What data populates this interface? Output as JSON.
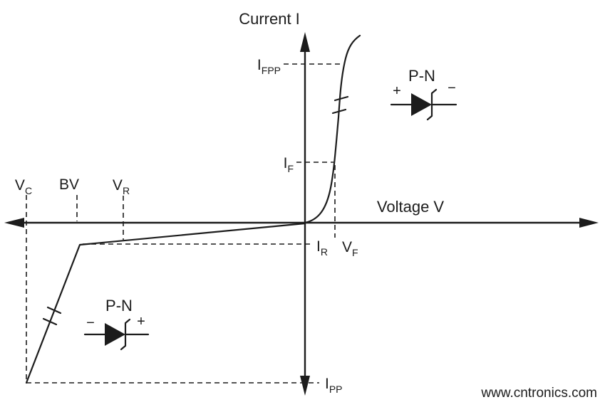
{
  "axes": {
    "current_label": "Current I",
    "voltage_label": "Voltage V"
  },
  "labels": {
    "ifpp": {
      "base": "I",
      "sub": "FPP"
    },
    "i_f": {
      "base": "I",
      "sub": "F"
    },
    "i_r": {
      "base": "I",
      "sub": "R"
    },
    "i_pp": {
      "base": "I",
      "sub": "PP"
    },
    "v_c": {
      "base": "V",
      "sub": "C"
    },
    "bv": {
      "base": "BV"
    },
    "v_r": {
      "base": "V",
      "sub": "R"
    },
    "v_f": {
      "base": "V",
      "sub": "F"
    }
  },
  "diodes": {
    "forward": {
      "label": "P-N",
      "left_sign": "+",
      "right_sign": "−"
    },
    "reverse": {
      "label": "P-N",
      "left_sign": "−",
      "right_sign": "+"
    }
  },
  "watermark": {
    "text": "www.cntronics.com",
    "color": "#8fcb96"
  }
}
